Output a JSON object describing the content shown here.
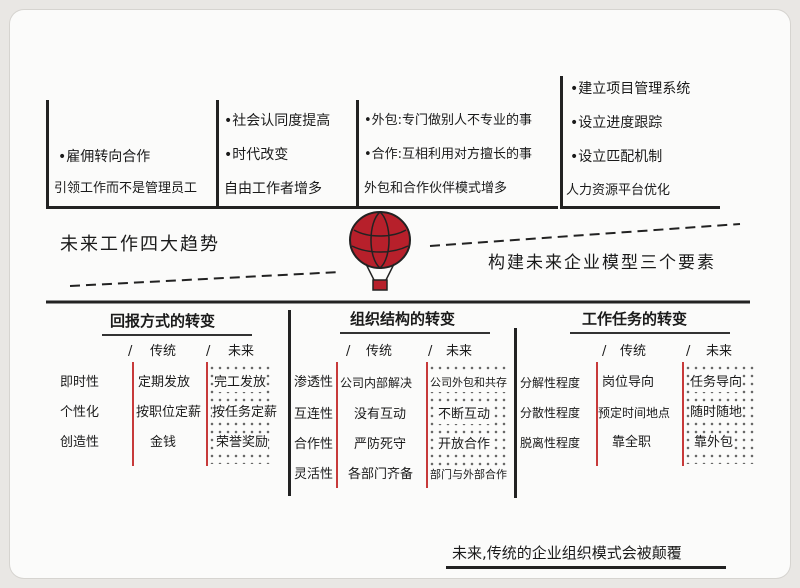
{
  "top_boxes": [
    {
      "lines": [
        "•雇佣转向合作",
        "引领工作而不是管理员工"
      ]
    },
    {
      "lines": [
        "•社会认同度提高",
        "•时代改变",
        "自由工作者增多"
      ]
    },
    {
      "lines": [
        "•外包:专门做别人不专业的事",
        "•合作:互相利用对方擅长的事",
        "外包和合作伙伴模式增多"
      ]
    },
    {
      "lines": [
        "•建立项目管理系统",
        "•设立进度跟踪",
        "•设立匹配机制",
        "人力资源平台优化"
      ]
    }
  ],
  "center": {
    "left_title": "未来工作四大趋势",
    "right_title": "构建未来企业模型三个要素"
  },
  "sections": [
    {
      "title": "回报方式的转变",
      "header": [
        "传统",
        "未来"
      ],
      "rows": [
        {
          "label": "即时性",
          "old": "定期发放",
          "new": "完工发放"
        },
        {
          "label": "个性化",
          "old": "按职位定薪",
          "new": "按任务定薪"
        },
        {
          "label": "创造性",
          "old": "金钱",
          "new": "荣誉奖励"
        }
      ]
    },
    {
      "title": "组织结构的转变",
      "header": [
        "传统",
        "未来"
      ],
      "rows": [
        {
          "label": "渗透性",
          "old": "公司内部解决",
          "new": "公司外包和共存"
        },
        {
          "label": "互连性",
          "old": "没有互动",
          "new": "不断互动"
        },
        {
          "label": "合作性",
          "old": "严防死守",
          "new": "开放合作"
        },
        {
          "label": "灵活性",
          "old": "各部门齐备",
          "new": "部门与外部合作"
        }
      ]
    },
    {
      "title": "工作任务的转变",
      "header": [
        "传统",
        "未来"
      ],
      "rows": [
        {
          "label": "分解性程度",
          "old": "岗位导向",
          "new": "任务导向"
        },
        {
          "label": "分散性程度",
          "old": "预定时间地点",
          "new": "随时随地"
        },
        {
          "label": "脱离性程度",
          "old": "靠全职",
          "new": "靠外包"
        }
      ]
    }
  ],
  "footer": "未来,传统的企业组织模式会被颠覆",
  "colors": {
    "accent_red": "#c73a3a",
    "balloon_red": "#b7202b",
    "ink": "#1a1a1a"
  }
}
